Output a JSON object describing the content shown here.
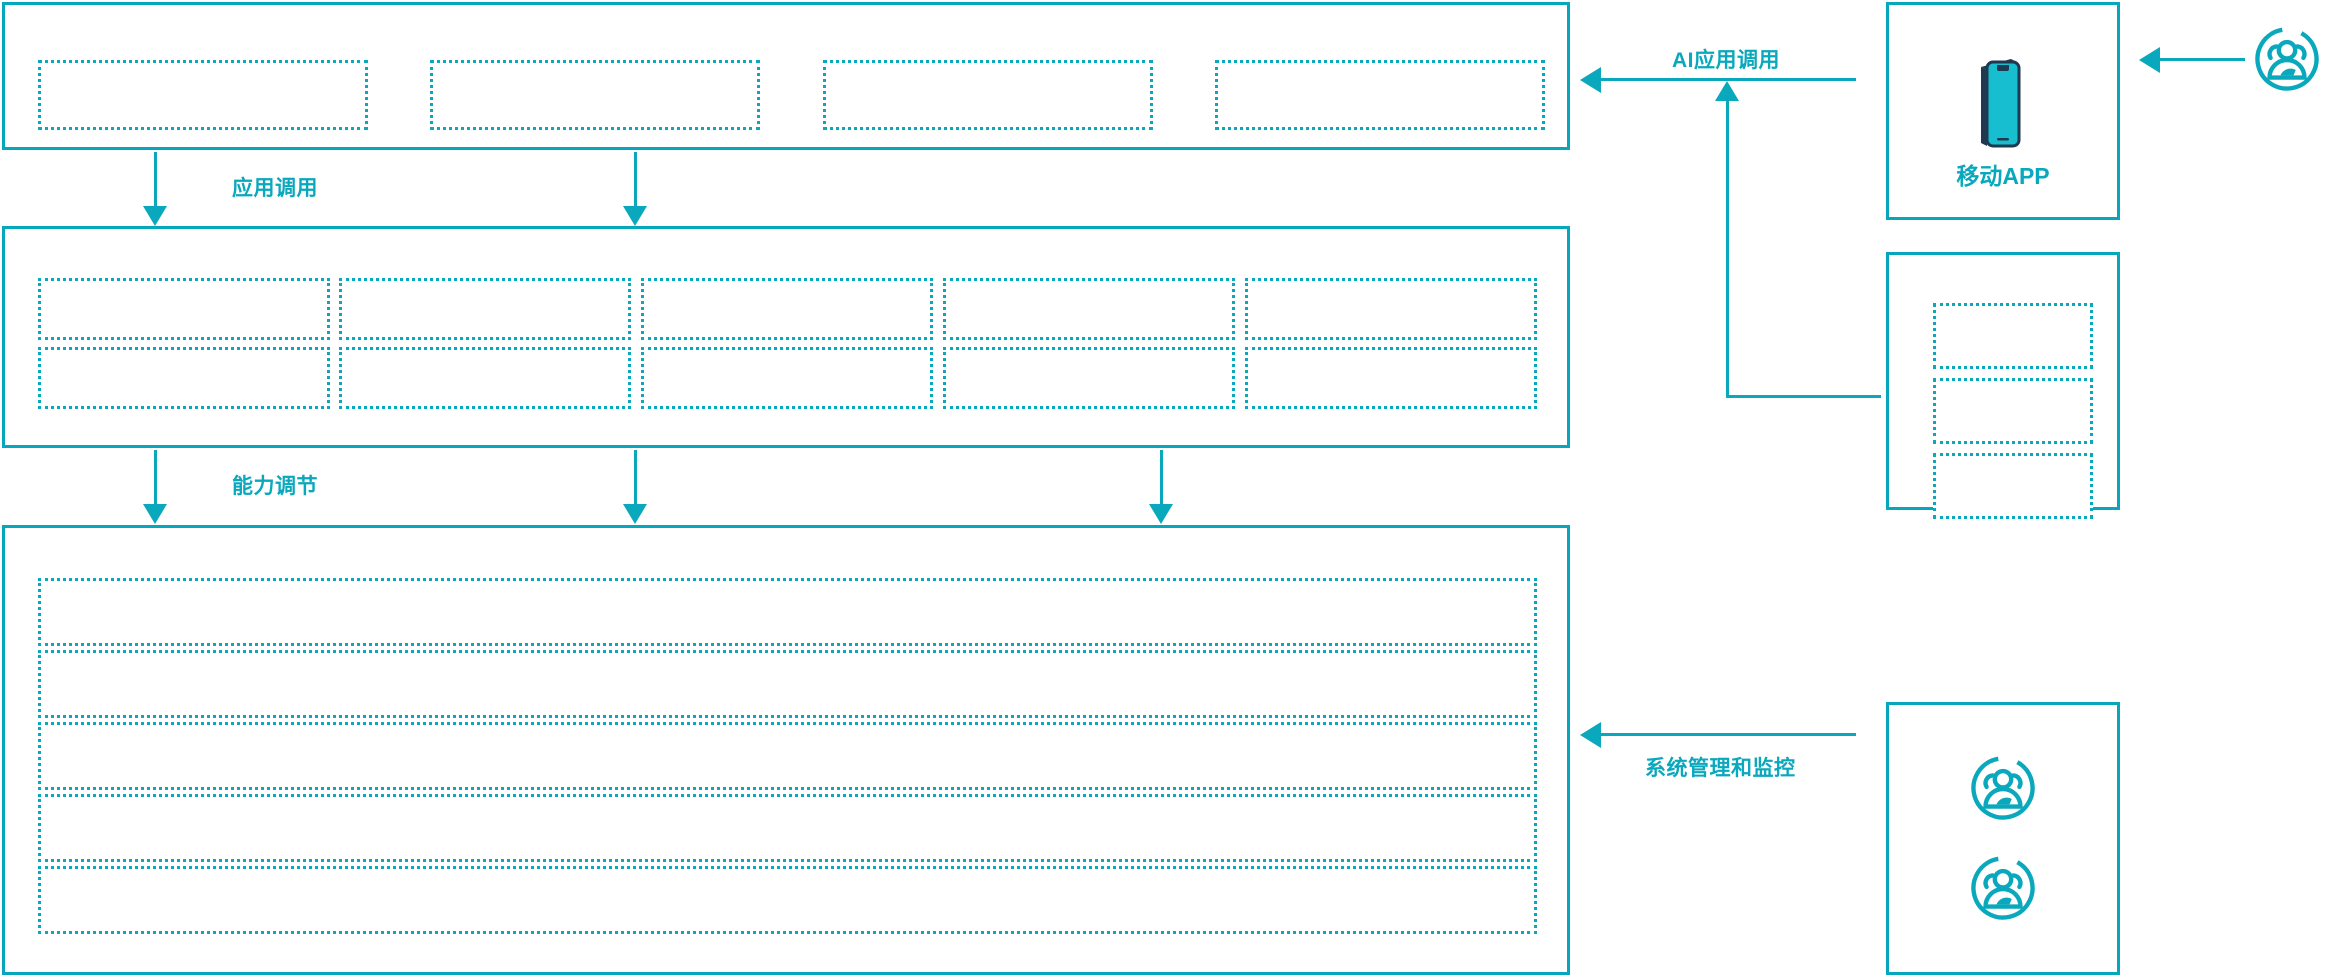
{
  "theme": {
    "accent": "#0AA8BC",
    "accent_solid": "#06A6BC",
    "phone_body": "#17BECF",
    "phone_outline": "#1F3A50",
    "background": "#FFFFFF"
  },
  "diagram": {
    "type": "layered-architecture",
    "layers": [
      {
        "id": "application-layer",
        "name": "application-layer",
        "boxes": [
          {
            "label": ""
          },
          {
            "label": ""
          },
          {
            "label": ""
          },
          {
            "label": ""
          }
        ]
      },
      {
        "id": "capability-layer",
        "name": "capability-layer",
        "columns": 5,
        "rows": 2,
        "boxes": [
          {
            "label": ""
          },
          {
            "label": ""
          },
          {
            "label": ""
          },
          {
            "label": ""
          },
          {
            "label": ""
          },
          {
            "label": ""
          },
          {
            "label": ""
          },
          {
            "label": ""
          },
          {
            "label": ""
          },
          {
            "label": ""
          }
        ]
      },
      {
        "id": "platform-layer",
        "name": "platform-layer",
        "rows": [
          {
            "label": ""
          },
          {
            "label": ""
          },
          {
            "label": ""
          },
          {
            "label": ""
          },
          {
            "label": ""
          }
        ]
      }
    ],
    "connectors": [
      {
        "id": "app-invoke",
        "label": "应用调用",
        "direction": "down",
        "arrows": 2
      },
      {
        "id": "cap-adjust",
        "label": "能力调节",
        "direction": "down",
        "arrows": 3
      },
      {
        "id": "ai-app-invoke",
        "label": "AI应用调用",
        "direction": "left",
        "arrows": 1
      },
      {
        "id": "sys-monitor",
        "label": "系统管理和监控",
        "direction": "left",
        "arrows": 1
      },
      {
        "id": "user-to-app",
        "label": "",
        "direction": "left",
        "arrows": 1
      }
    ],
    "right_column": {
      "cards": [
        {
          "id": "mobile-app-card",
          "label": "移动APP",
          "icon": "smartphone-icon",
          "boxes": []
        },
        {
          "id": "channel-card",
          "label": "",
          "icon": "",
          "boxes": [
            {
              "label": ""
            },
            {
              "label": ""
            },
            {
              "label": ""
            }
          ]
        },
        {
          "id": "users-card",
          "label": "",
          "icons": [
            "user-group-icon",
            "user-group-icon"
          ],
          "boxes": []
        }
      ],
      "external_actor": {
        "id": "external-user",
        "icon": "user-group-icon",
        "label": ""
      }
    }
  }
}
